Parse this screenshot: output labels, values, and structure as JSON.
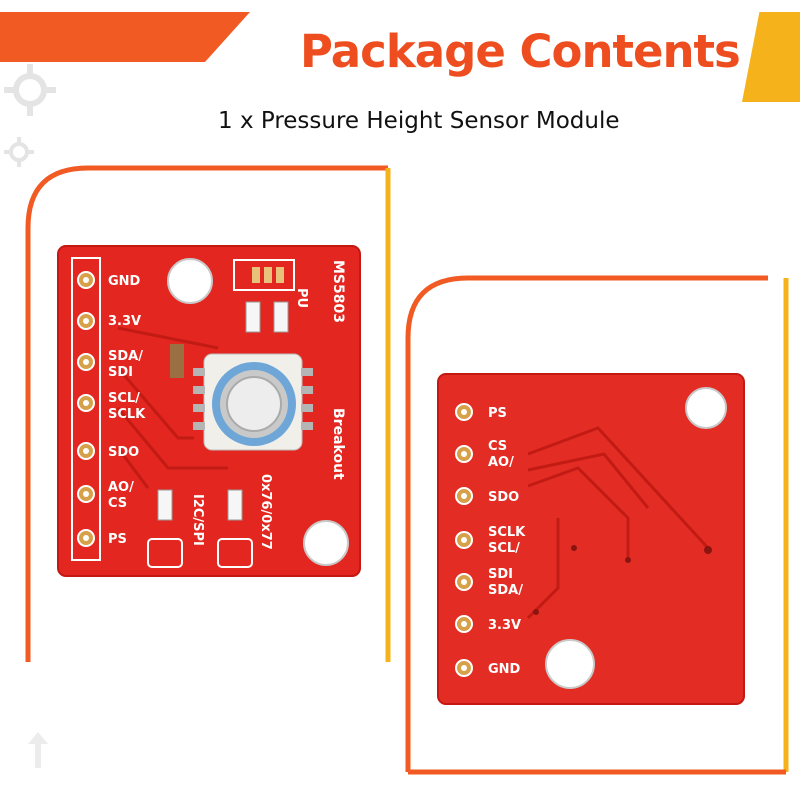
{
  "header": {
    "title": "Package Contents",
    "subtitle": "1 x Pressure Height Sensor Module"
  },
  "colors": {
    "accent_orange": "#f15a22",
    "title_orange": "#ee4e1f",
    "frame_yellow": "#f6b21a",
    "pcb_red": "#e3261f"
  },
  "front_board": {
    "chip_name": "MS5803",
    "pu_label": "PU",
    "breakout_label": "Breakout",
    "address_label": "0x76/0x77",
    "mode_label": "I2C/SPI",
    "pins": [
      "GND",
      "3.3V",
      "SDA/",
      "SDI",
      "SCL/",
      "SCLK",
      "SDO",
      "AO/",
      "CS",
      "PS"
    ]
  },
  "back_board": {
    "pins": [
      "PS",
      "CS",
      "AO/",
      "SDO",
      "SCLK",
      "SCL/",
      "SDI",
      "SDA/",
      "3.3V",
      "GND"
    ]
  },
  "icons": {
    "gear": "gear-icon",
    "arrow": "arrow-up-icon"
  }
}
